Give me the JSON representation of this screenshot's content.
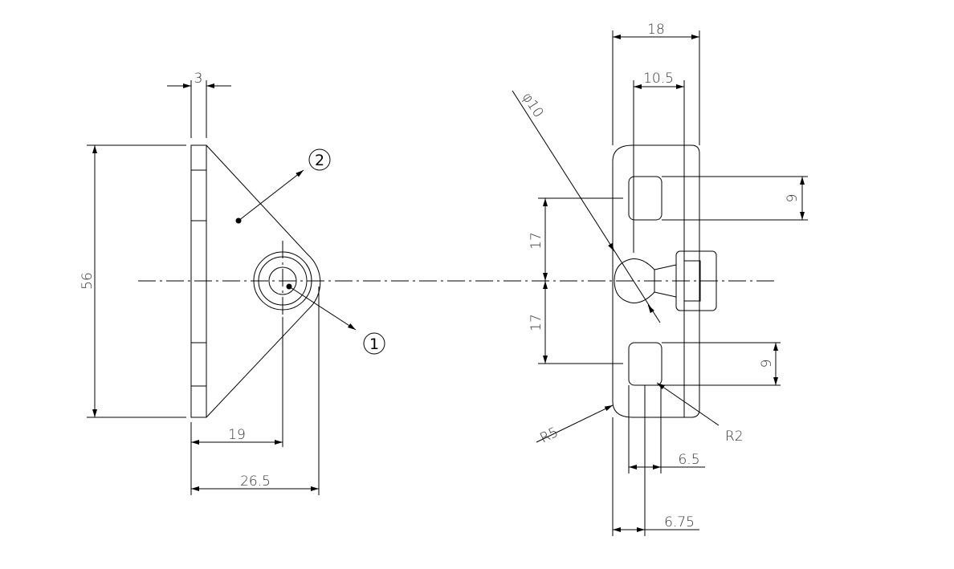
{
  "side_view": {
    "dimensions": {
      "thickness": "3",
      "height": "56",
      "hole_offset": "19",
      "overall_width": "26.5"
    },
    "balloons": [
      "1",
      "2"
    ]
  },
  "front_view": {
    "dimensions": {
      "width": "18",
      "stud_offset": "10.5",
      "ball_diameter": "φ10",
      "slot_height_top": "9",
      "slot_height_bottom": "9",
      "slot_spacing_top": "17",
      "slot_spacing_bottom": "17",
      "corner_radius": "R5",
      "slot_radius": "R2",
      "slot_width": "6.5",
      "slot_center_offset": "6.75"
    }
  },
  "colors": {
    "line": "#000000",
    "text": "#333333"
  }
}
